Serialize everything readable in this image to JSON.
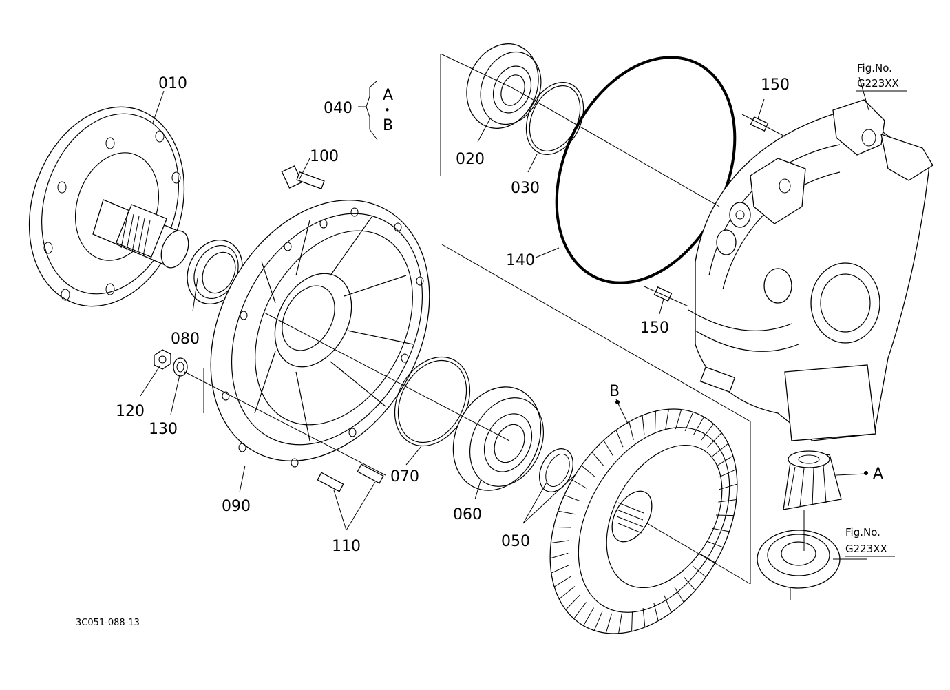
{
  "parts": {
    "p010": "010",
    "p020": "020",
    "p030": "030",
    "p040": "040",
    "p050": "050",
    "p060": "060",
    "p070": "070",
    "p080": "080",
    "p090": "090",
    "p100": "100",
    "p110": "110",
    "p120": "120",
    "p130": "130",
    "p140": "140",
    "p150a": "150",
    "p150b": "150"
  },
  "group_labels": {
    "a": "A",
    "b": "B",
    "dot": "•"
  },
  "callouts": {
    "gear_b": "B",
    "pinion_a": "A"
  },
  "fig_refs": {
    "top": {
      "label": "Fig.No.",
      "code": "G223XX"
    },
    "bottom": {
      "label": "Fig.No.",
      "code": "G223XX"
    }
  },
  "drawing_code": "3C051-088-13"
}
